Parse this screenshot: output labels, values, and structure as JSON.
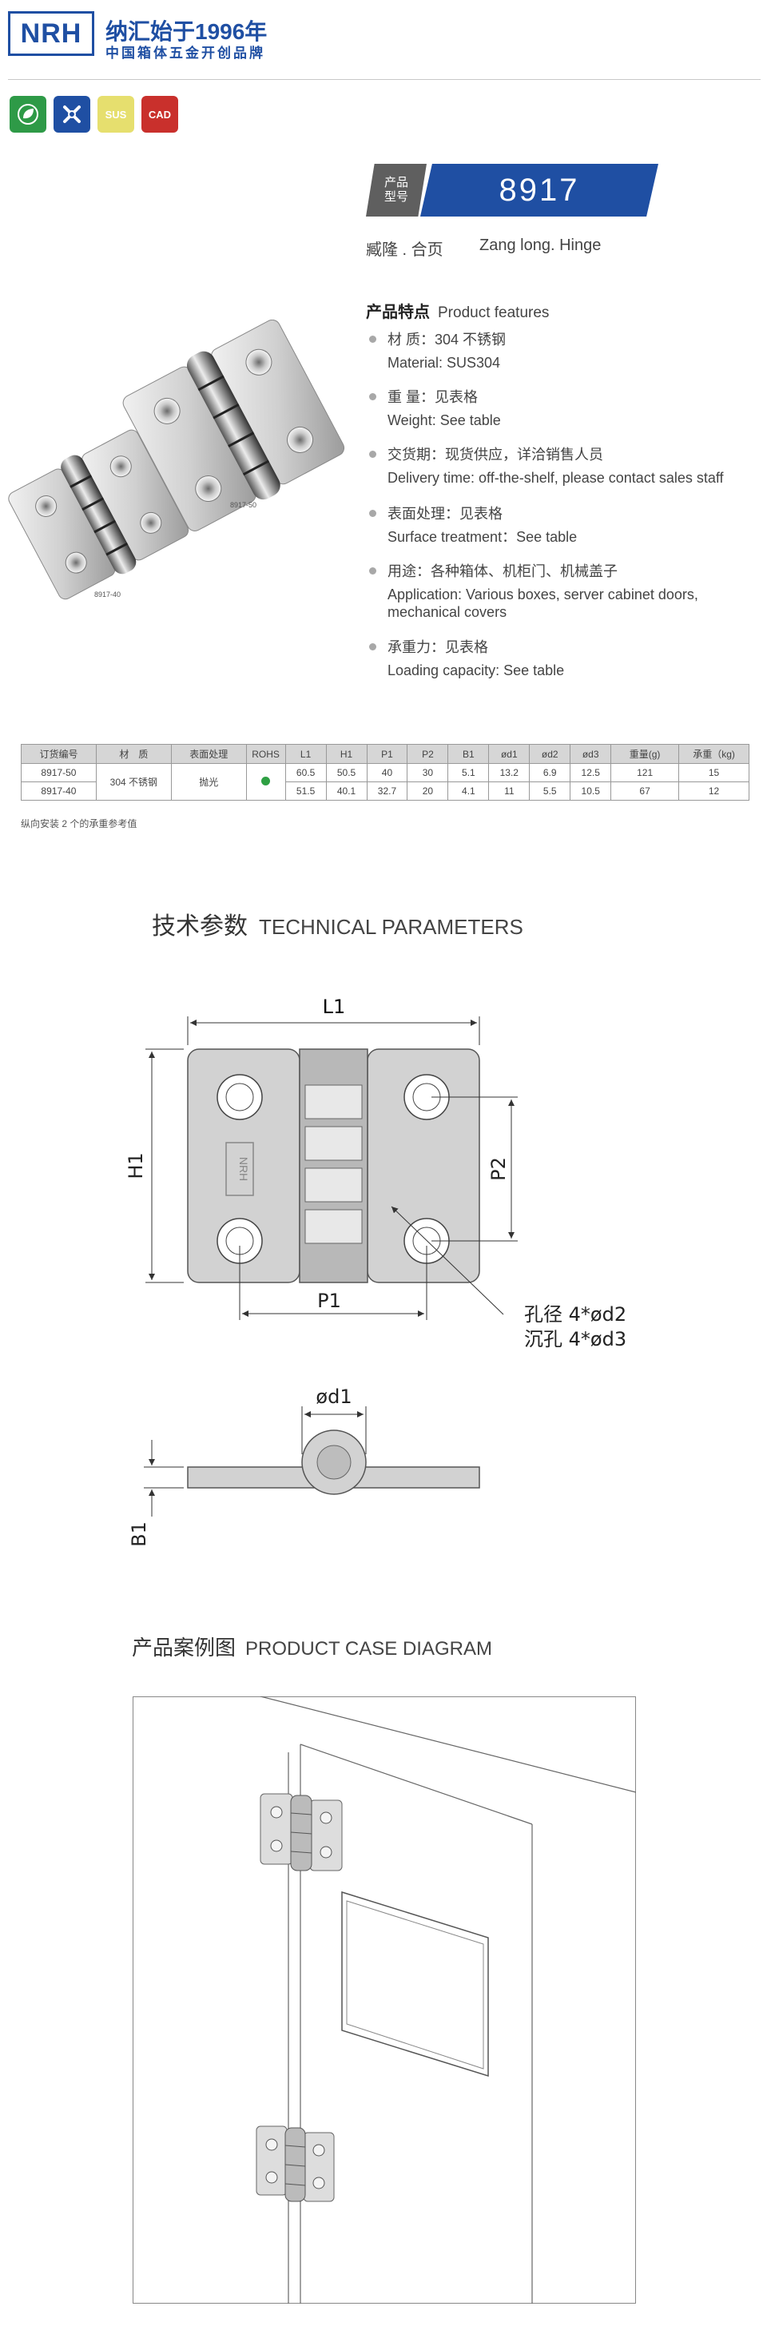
{
  "header": {
    "logo_text": "NRH",
    "brand_cn": "纳汇",
    "slogan": "始于1996年",
    "subtitle": "中国箱体五金开创品牌"
  },
  "certifications": [
    {
      "icon": "leaf-icon",
      "color": "#2e9a47",
      "label": ""
    },
    {
      "icon": "tools-icon",
      "color": "#1f4fa3",
      "label": ""
    },
    {
      "icon": "sus-icon",
      "color": "#e6df6e",
      "label": "SUS"
    },
    {
      "icon": "cad-icon",
      "color": "#c9302c",
      "label": "CAD"
    }
  ],
  "product": {
    "tag_line1": "产品",
    "tag_line2": "型号",
    "model": "8917",
    "name_cn": "臧隆 . 合页",
    "name_en": "Zang long. Hinge"
  },
  "features": {
    "title_cn": "产品特点",
    "title_en": "Product features",
    "items": [
      {
        "cn": "材  质：304 不锈钢",
        "en": "Material: SUS304"
      },
      {
        "cn": "重  量：见表格",
        "en": "Weight: See table"
      },
      {
        "cn": "交货期：现货供应，详洽销售人员",
        "en": "Delivery time: off-the-shelf, please contact sales staff"
      },
      {
        "cn": "表面处理：见表格",
        "en": "Surface treatment：See table"
      },
      {
        "cn": "用途：各种箱体、机柜门、机械盖子",
        "en": "Application: Various boxes, server cabinet doors, mechanical covers"
      },
      {
        "cn": "承重力：见表格",
        "en": "Loading capacity: See table"
      }
    ]
  },
  "photo": {
    "label_large": "8917-50",
    "label_small": "8917-40"
  },
  "spec_table": {
    "headers": [
      "订货编号",
      "材　质",
      "表面处理",
      "ROHS",
      "L1",
      "H1",
      "P1",
      "P2",
      "B1",
      "ød1",
      "ød2",
      "ød3",
      "重量(g)",
      "承重（kg)"
    ],
    "material": "304 不锈钢",
    "finish": "抛光",
    "rohs_color": "#2ea043",
    "rows": [
      [
        "8917-50",
        "60.5",
        "50.5",
        "40",
        "30",
        "5.1",
        "13.2",
        "6.9",
        "12.5",
        "121",
        "15"
      ],
      [
        "8917-40",
        "51.5",
        "40.1",
        "32.7",
        "20",
        "4.1",
        "11",
        "5.5",
        "10.5",
        "67",
        "12"
      ]
    ],
    "note": "纵向安装 2 个的承重参考值"
  },
  "technical": {
    "title_cn": "技术参数",
    "title_en": "TECHNICAL PARAMETERS",
    "labels": {
      "L1": "L1",
      "H1": "H1",
      "P1": "P1",
      "P2": "P2",
      "B1": "B1",
      "d1": "ød1",
      "hole1": "孔径 4*ød2",
      "hole2": "沉孔 4*ød3",
      "logo": "NRH"
    }
  },
  "case": {
    "title_cn": "产品案例图",
    "title_en": "PRODUCT CASE DIAGRAM"
  }
}
